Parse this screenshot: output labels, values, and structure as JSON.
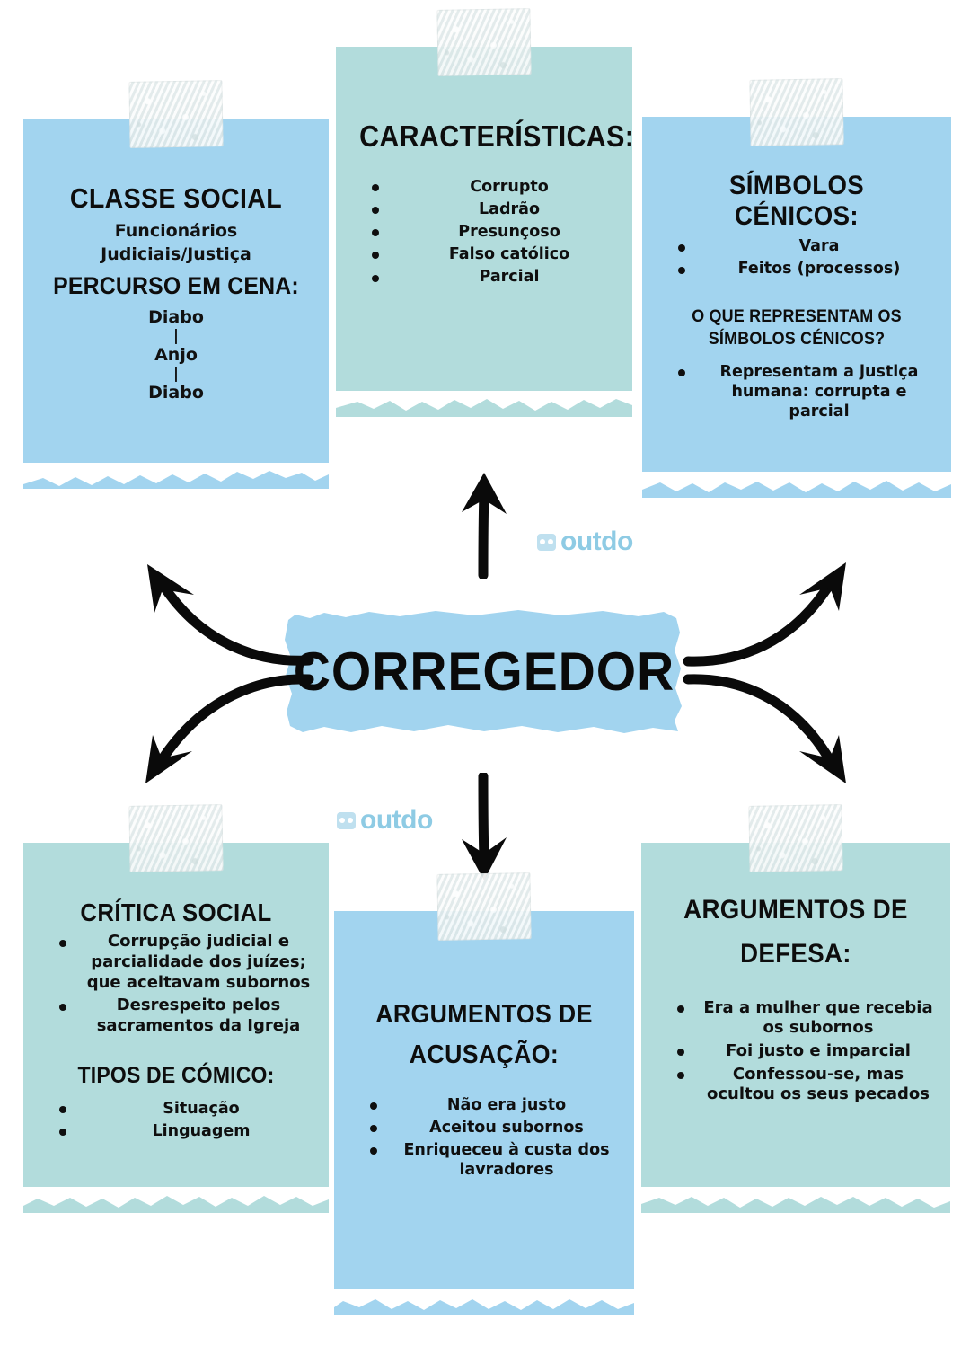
{
  "colors": {
    "paper_blue": "#A2D4EF",
    "paper_teal": "#B2DCDC",
    "ink": "#0D0D0D",
    "watermark": "#8ECBE4",
    "background": "#FFFFFF"
  },
  "center": {
    "label": "CORREGEDOR"
  },
  "watermarks": [
    {
      "text": "outdo",
      "icon": "outdo-logo-icon"
    },
    {
      "text": "outdo",
      "icon": "outdo-logo-icon"
    }
  ],
  "cards": {
    "classe_social": {
      "heading": "CLASSE SOCIAL",
      "sub_lines": [
        "Funcionários",
        "Judiciais/Justiça"
      ],
      "heading2": "PERCURSO EM CENA:",
      "chain": [
        "Diabo",
        "|",
        "Anjo",
        "|",
        "Diabo"
      ],
      "color": "#A2D4EF"
    },
    "caracteristicas": {
      "heading": "CARACTERÍSTICAS:",
      "items": [
        "Corrupto",
        "Ladrão",
        "Presunçoso",
        "Falso católico",
        "Parcial"
      ],
      "color": "#B2DCDC"
    },
    "simbolos_cenicos": {
      "heading": "SÍMBOLOS CÉNICOS:",
      "items": [
        "Vara",
        "Feitos (processos)"
      ],
      "question": "O QUE REPRESENTAM OS SÍMBOLOS CÉNICOS?",
      "answers": [
        "Representam a justiça humana: corrupta e parcial"
      ],
      "color": "#A2D4EF"
    },
    "critica_social": {
      "heading": "CRÍTICA SOCIAL",
      "items": [
        "Corrupção judicial e parcialidade dos juízes; que aceitavam subornos",
        "Desrespeito pelos sacramentos da Igreja"
      ],
      "heading2": "TIPOS DE CÓMICO:",
      "items2": [
        "Situação",
        "Linguagem"
      ],
      "color": "#B2DCDC"
    },
    "argumentos_acusacao": {
      "heading_line1": "ARGUMENTOS DE",
      "heading_line2": "ACUSAÇÃO:",
      "items": [
        "Não era justo",
        "Aceitou subornos",
        "Enriqueceu à custa dos lavradores"
      ],
      "color": "#A2D4EF"
    },
    "argumentos_defesa": {
      "heading_line1": "ARGUMENTOS DE",
      "heading_line2": "DEFESA:",
      "items": [
        "Era a mulher que recebia os subornos",
        "Foi justo e imparcial",
        "Confessou-se, mas ocultou os seus pecados"
      ],
      "color": "#B2DCDC"
    }
  },
  "arrows": [
    {
      "name": "arrow-up-to-caracteristicas",
      "direction": "up"
    },
    {
      "name": "arrow-down-to-acusacao",
      "direction": "down"
    },
    {
      "name": "arrow-upleft-to-classe-social",
      "direction": "up-left"
    },
    {
      "name": "arrow-downleft-to-critica-social",
      "direction": "down-left"
    },
    {
      "name": "arrow-upright-to-simbolos",
      "direction": "up-right"
    },
    {
      "name": "arrow-downright-to-defesa",
      "direction": "down-right"
    }
  ]
}
